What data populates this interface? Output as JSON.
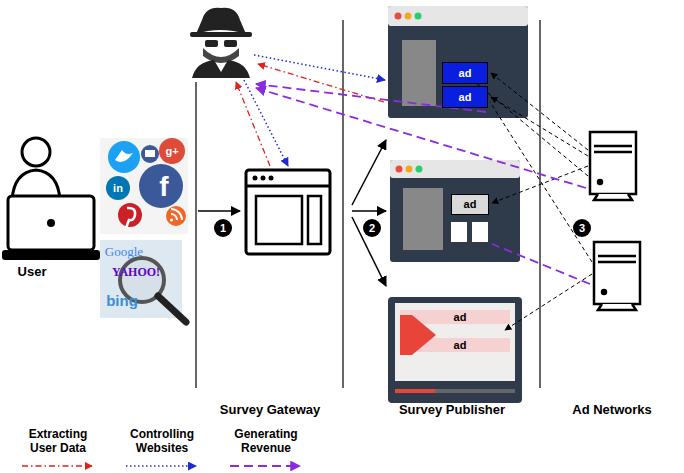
{
  "diagram": {
    "nodes": [
      {
        "text": [
          "ad"
        ]
      },
      {
        "text": [
          "ad"
        ]
      },
      {
        "text": [
          "ad"
        ]
      },
      {
        "text": [
          "ad"
        ]
      },
      {
        "text": [
          "ad"
        ]
      }
    ],
    "labels": [
      "User",
      "1",
      "2",
      "3",
      "Survey Gateway",
      "Survey Publisher",
      "Ad Networks",
      "Google",
      "YAHOO!",
      "bing",
      "in",
      "f",
      "g+"
    ],
    "legend": [
      {
        "text": "Extracting User Data"
      },
      {
        "text": "Controlling Websites"
      },
      {
        "text": "Generating Revenue"
      }
    ]
  }
}
